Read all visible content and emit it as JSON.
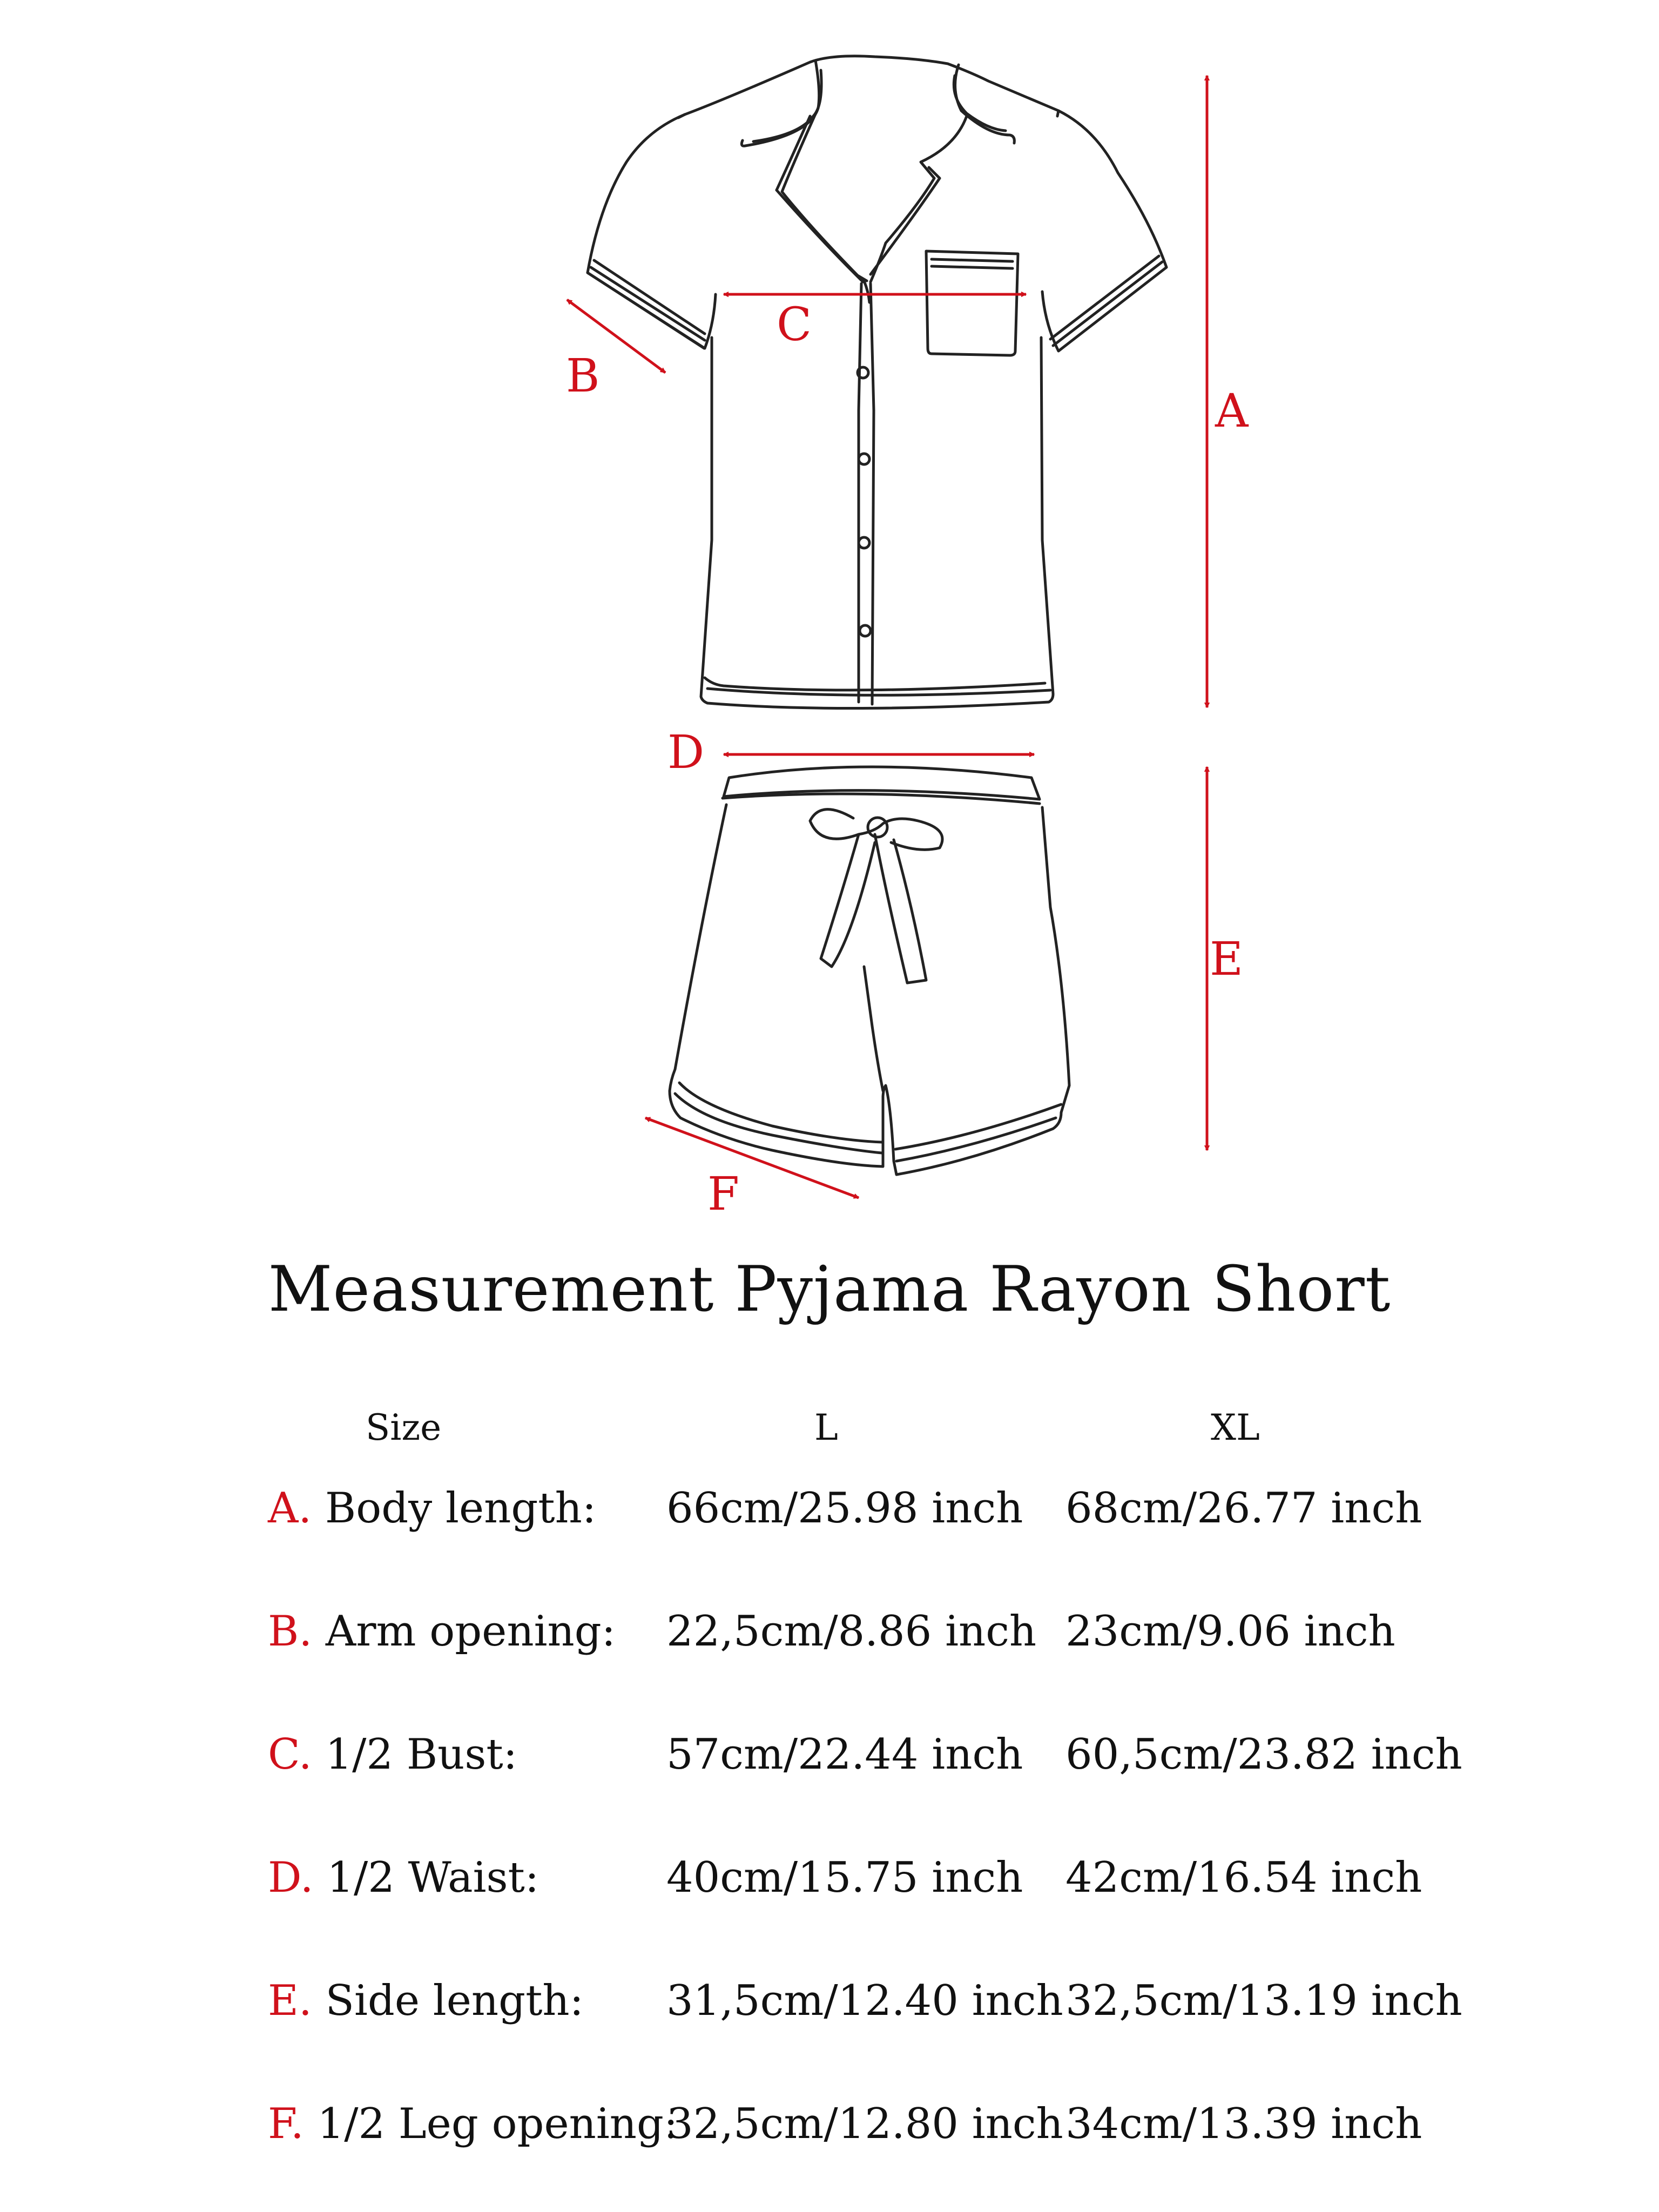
{
  "accent_color": "#d0111b",
  "diagram": {
    "markers": [
      "A",
      "B",
      "C",
      "D",
      "E",
      "F"
    ]
  },
  "title": "Measurement Pyjama Rayon Short",
  "table": {
    "headers": [
      "Size",
      "L",
      "XL"
    ],
    "rows": [
      {
        "letter": "A.",
        "label": "Body length:",
        "l": "66cm/25.98 inch",
        "xl": "68cm/26.77 inch"
      },
      {
        "letter": "B.",
        "label": "Arm opening:",
        "l": "22,5cm/8.86 inch",
        "xl": "23cm/9.06 inch"
      },
      {
        "letter": "C.",
        "label": "1/2 Bust:",
        "l": "57cm/22.44 inch",
        "xl": "60,5cm/23.82 inch"
      },
      {
        "letter": "D.",
        "label": "1/2 Waist:",
        "l": "40cm/15.75 inch",
        "xl": "42cm/16.54 inch"
      },
      {
        "letter": "E.",
        "label": "Side length:",
        "l": "31,5cm/12.40 inch",
        "xl": "32,5cm/13.19 inch"
      },
      {
        "letter": "F.",
        "label": "1/2 Leg opening:",
        "l": "32,5cm/12.80 inch",
        "xl": "34cm/13.39 inch"
      }
    ]
  }
}
